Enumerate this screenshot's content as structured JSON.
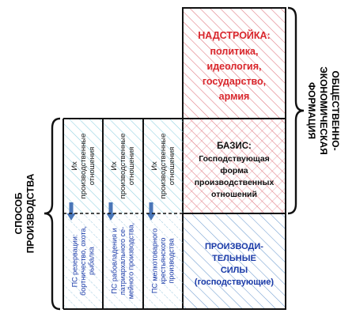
{
  "superstructure": {
    "title": "НАДСТРОЙКА:",
    "lines": [
      "политика,",
      "идеология,",
      "государство,",
      "армия"
    ],
    "color": "#d9262c"
  },
  "basis": {
    "title": "БАЗИС:",
    "lines": [
      "Господствующая",
      "форма",
      "производственных",
      "отношений"
    ],
    "color": "#111111"
  },
  "forces": {
    "lines": [
      "ПРОИЗВОДИ-",
      "ТЕЛЬНЫЕ",
      "СИЛЫ",
      "(господствующие)"
    ],
    "color": "#1a3aa8"
  },
  "columns": [
    {
      "relations": [
        "Их",
        "производственные",
        "отношения"
      ],
      "forces": [
        "ПС резервации:",
        "бортничество, охота,",
        "рыбалка"
      ]
    },
    {
      "relations": [
        "Их",
        "производственные",
        "отношения"
      ],
      "forces": [
        "ПС рабовладения и",
        "патриархального се-",
        "мейного производства,"
      ]
    },
    {
      "relations": [
        "Их",
        "производственные",
        "отношения"
      ],
      "forces": [
        "ПС мелкотоварного",
        "крестьянского",
        "производства"
      ]
    }
  ],
  "labels": {
    "formation": [
      "ОБЩЕСТВЕННО-",
      "ЭКОНОМИЧЕСКАЯ",
      "ФОРМАЦИЯ"
    ],
    "mode": [
      "СПОСОБ",
      "ПРОИЗВОДСТВА"
    ]
  },
  "colors": {
    "hatch_red": "#e0707a",
    "hatch_blue": "#6f9ccf",
    "hatch_cyan": "#8ecfe0",
    "arrow": "#4a76b8",
    "forces_text": "#1a3aa8",
    "grid": "#111111"
  }
}
